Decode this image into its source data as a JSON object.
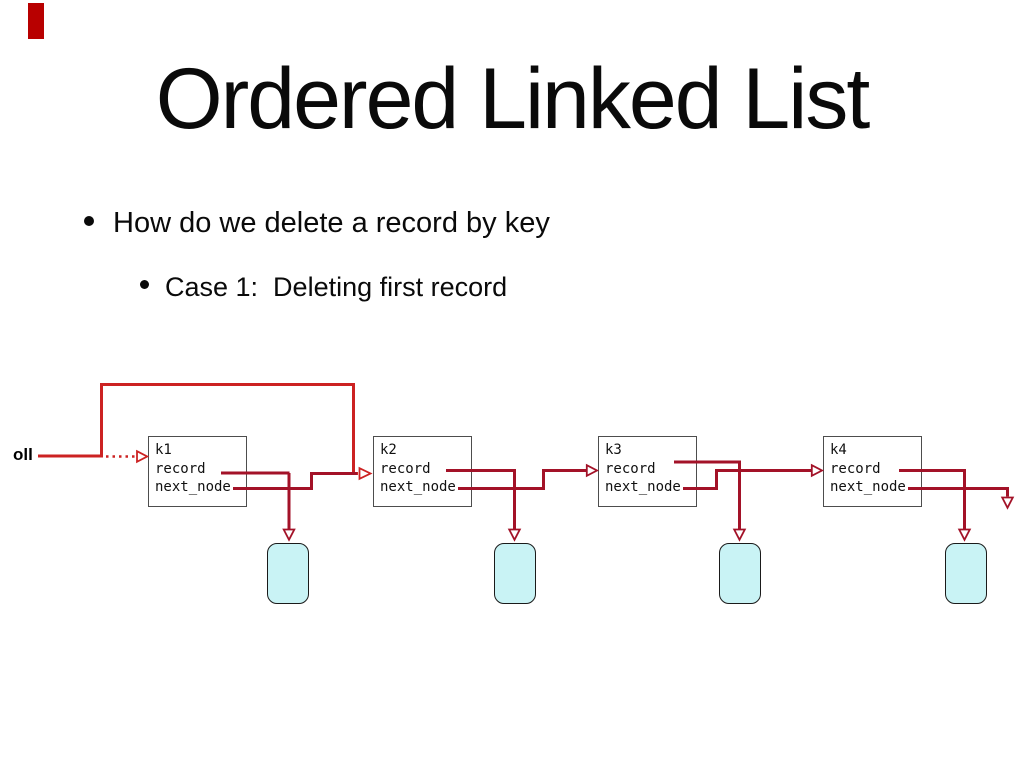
{
  "slide": {
    "title": "Ordered Linked List",
    "bullets": [
      {
        "level": 1,
        "text": "How do we delete a record by key"
      },
      {
        "level": 2,
        "text": "Case 1:  Deleting first record"
      }
    ]
  },
  "diagram": {
    "list_head_label": "oll",
    "record_field_label": "record",
    "next_field_label": "next_node",
    "nodes": [
      {
        "key": "k1"
      },
      {
        "key": "k2"
      },
      {
        "key": "k3"
      },
      {
        "key": "k4"
      }
    ],
    "colors": {
      "highlight_pointer_red": "#cc2222",
      "pointer_dark_red": "#a31228",
      "record_blob_fill": "#c9f3f5",
      "node_border_gray": "#4d4d4d",
      "corner_marker_red": "#b80000"
    }
  }
}
